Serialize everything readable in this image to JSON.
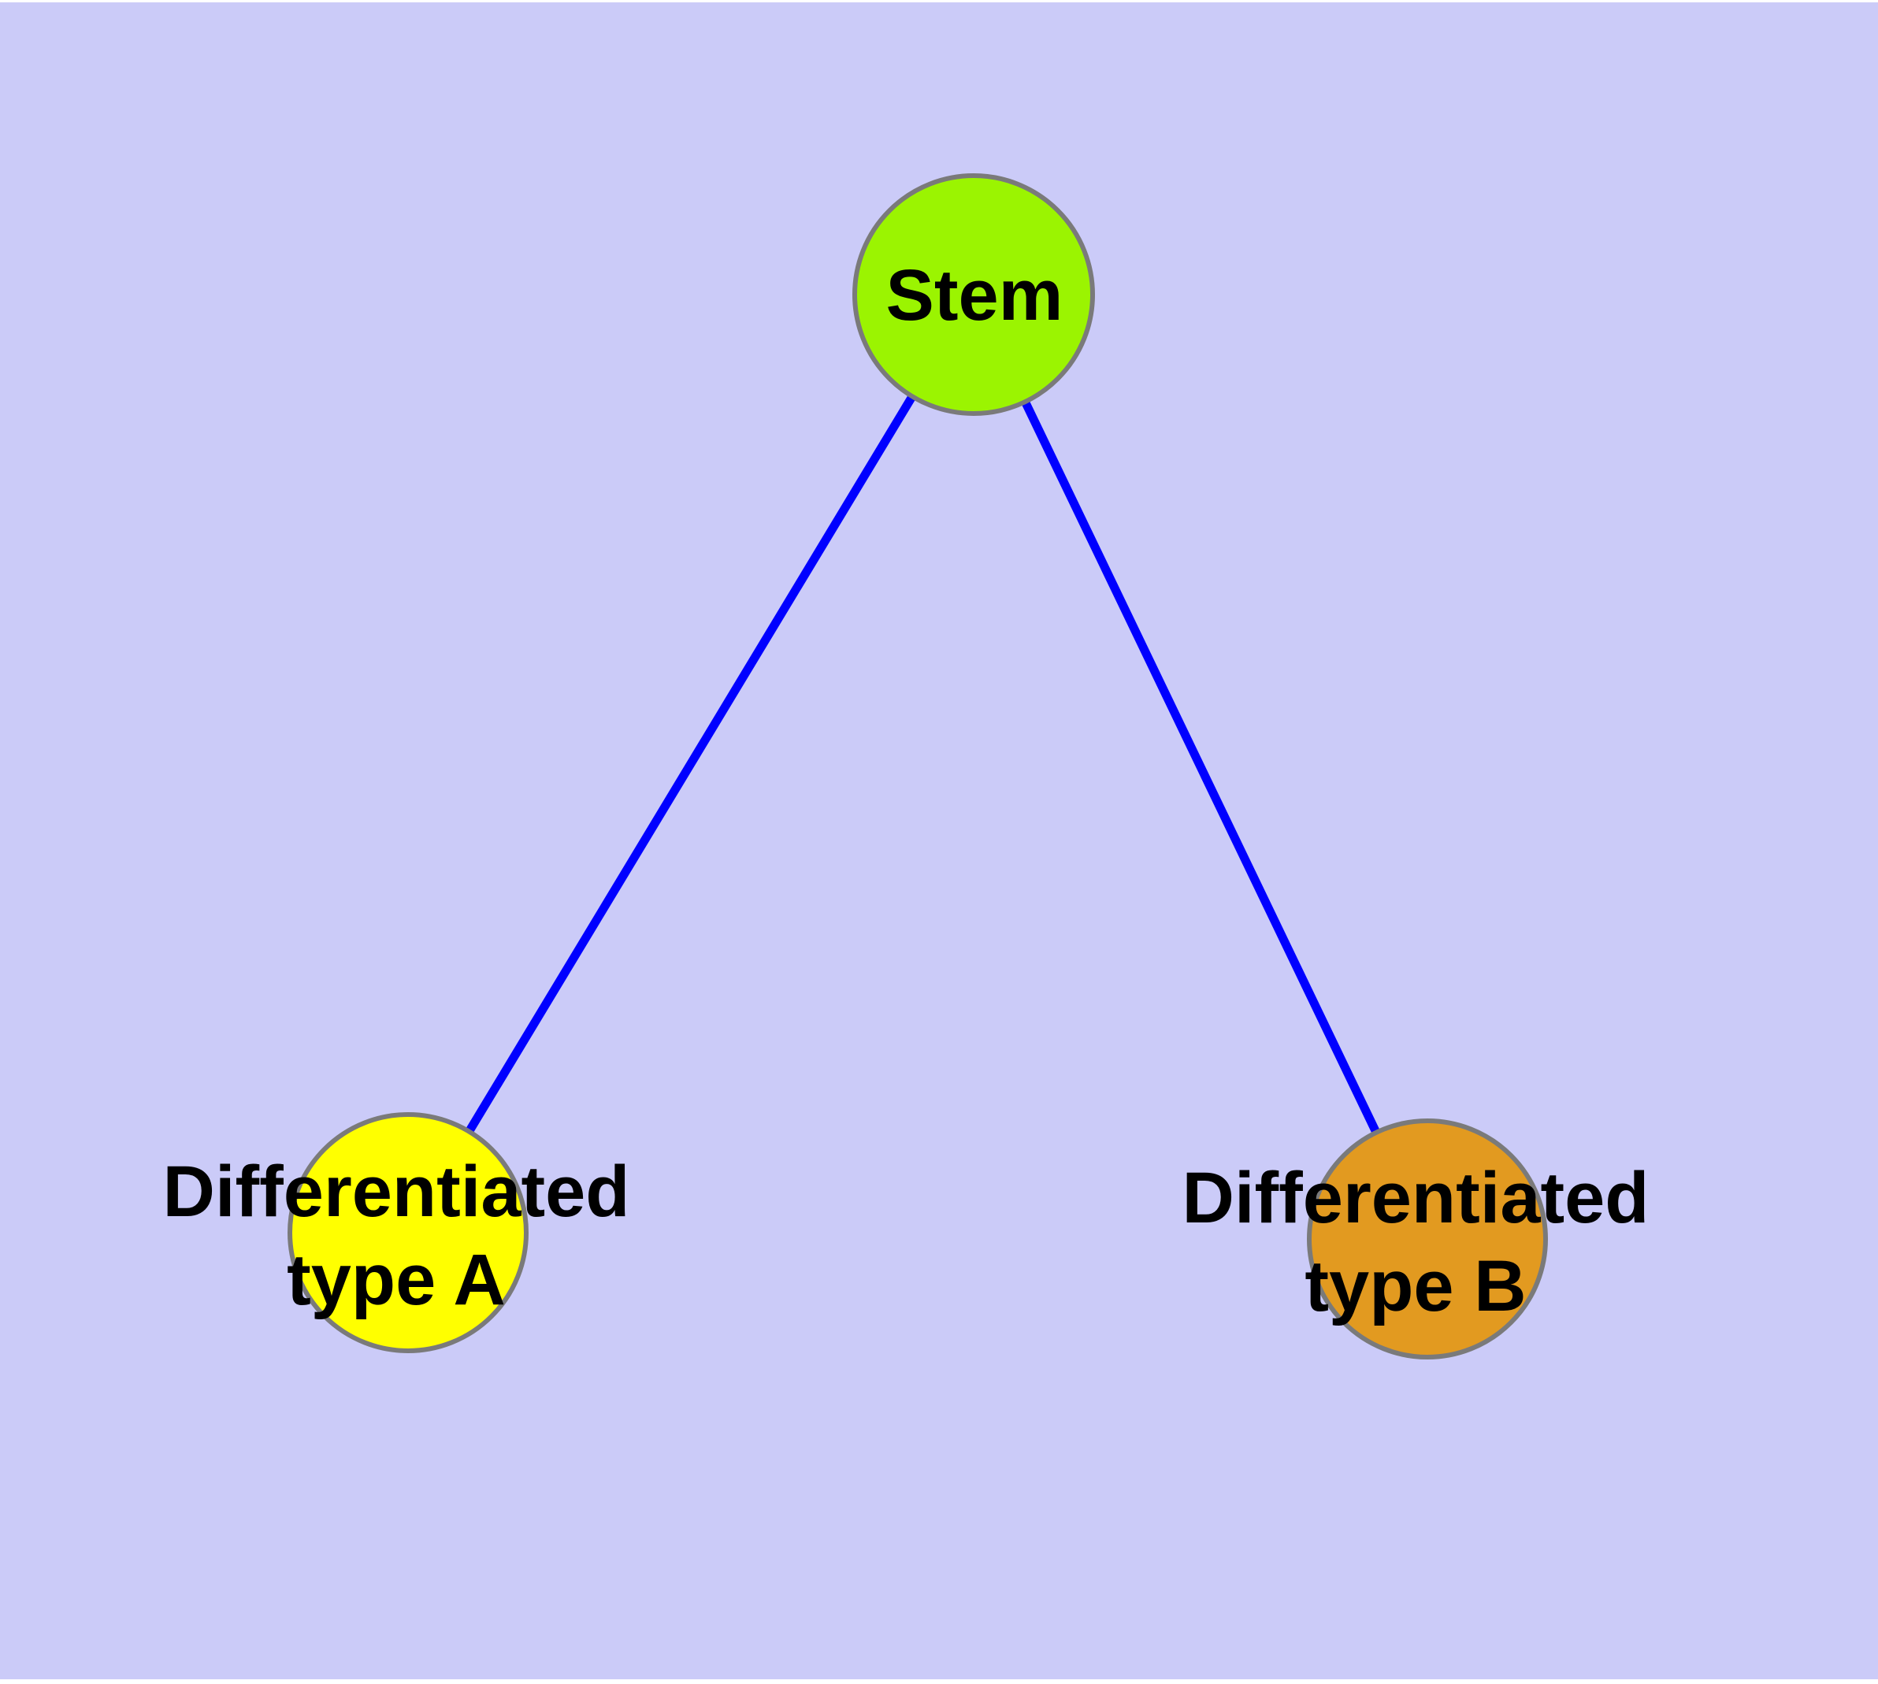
{
  "graph": {
    "nodes": [
      {
        "id": "stem",
        "label": "Stem",
        "shape": "circle",
        "fill": "#9BF401"
      },
      {
        "id": "differentiated-type-a",
        "label": "Differentiated type A",
        "label_lines": [
          "Differentiated",
          "type A"
        ],
        "shape": "circle",
        "fill": "#FFFF00"
      },
      {
        "id": "differentiated-type-b",
        "label": "Differentiated type B",
        "label_lines": [
          "Differentiated",
          "type B"
        ],
        "shape": "circle",
        "fill": "#E29A20"
      }
    ],
    "edges": [
      {
        "source": "stem",
        "target": "differentiated-type-a",
        "color": "#0000FF"
      },
      {
        "source": "stem",
        "target": "differentiated-type-b",
        "color": "#0000FF"
      }
    ]
  },
  "colors": {
    "page_bg": "#FFFFFF",
    "panel_bg": "#CBCBF8",
    "node_frame": "#7A7A7A",
    "label": "#000000",
    "edge": "#0000FF"
  }
}
